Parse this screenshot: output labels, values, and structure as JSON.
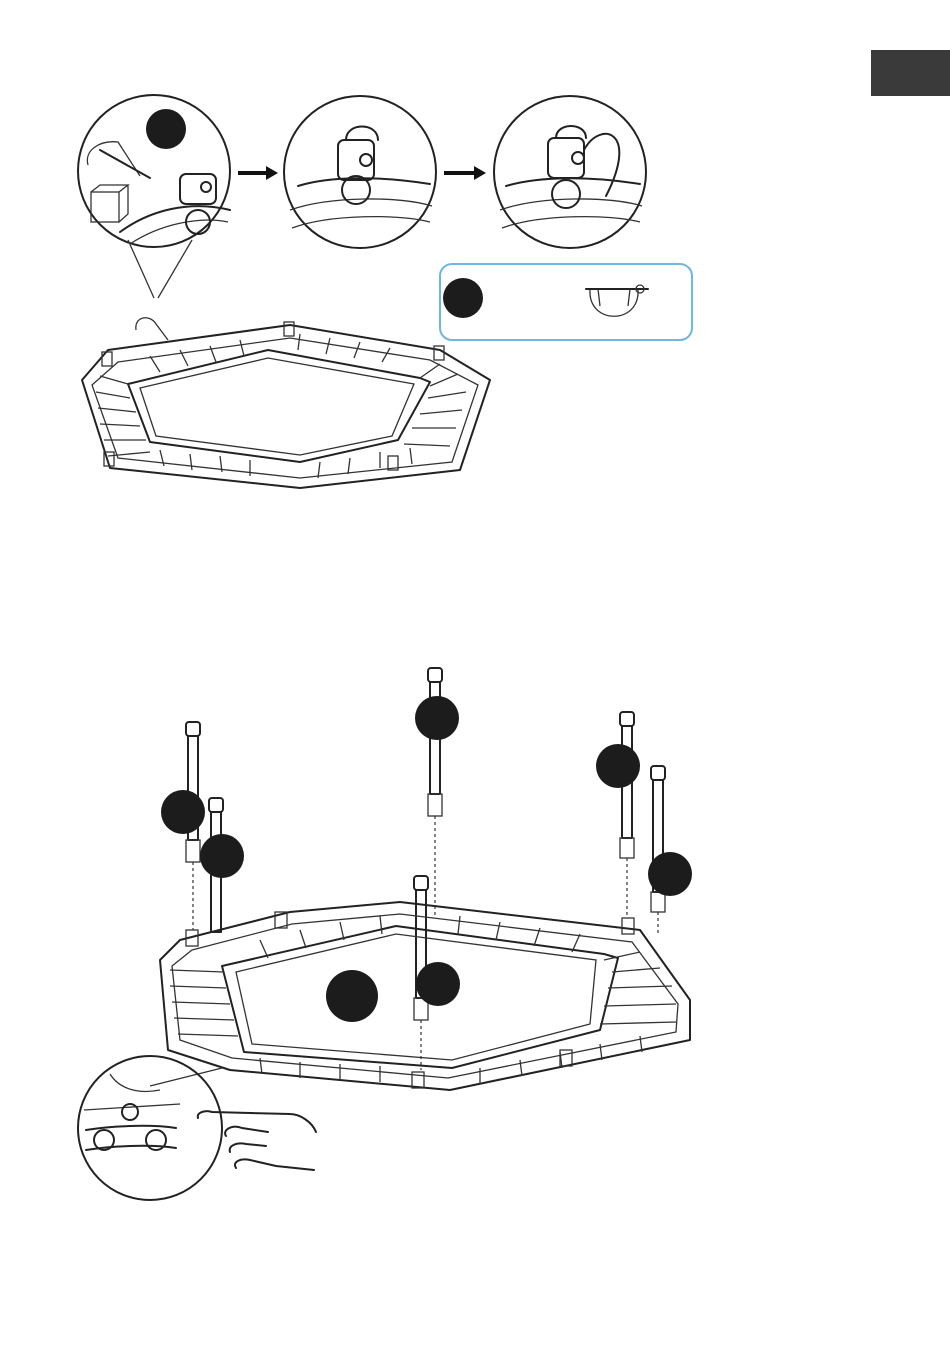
{
  "language_tab": {
    "label": ""
  },
  "colors": {
    "tab": "#3a3a3a",
    "badge": "#1c1c1c",
    "callout_border": "#6fb6e0"
  },
  "figures": [
    {
      "id": "step-pin-insertion",
      "detail_count": 3
    },
    {
      "id": "step-leg-mounting",
      "leg_count": 6
    }
  ]
}
